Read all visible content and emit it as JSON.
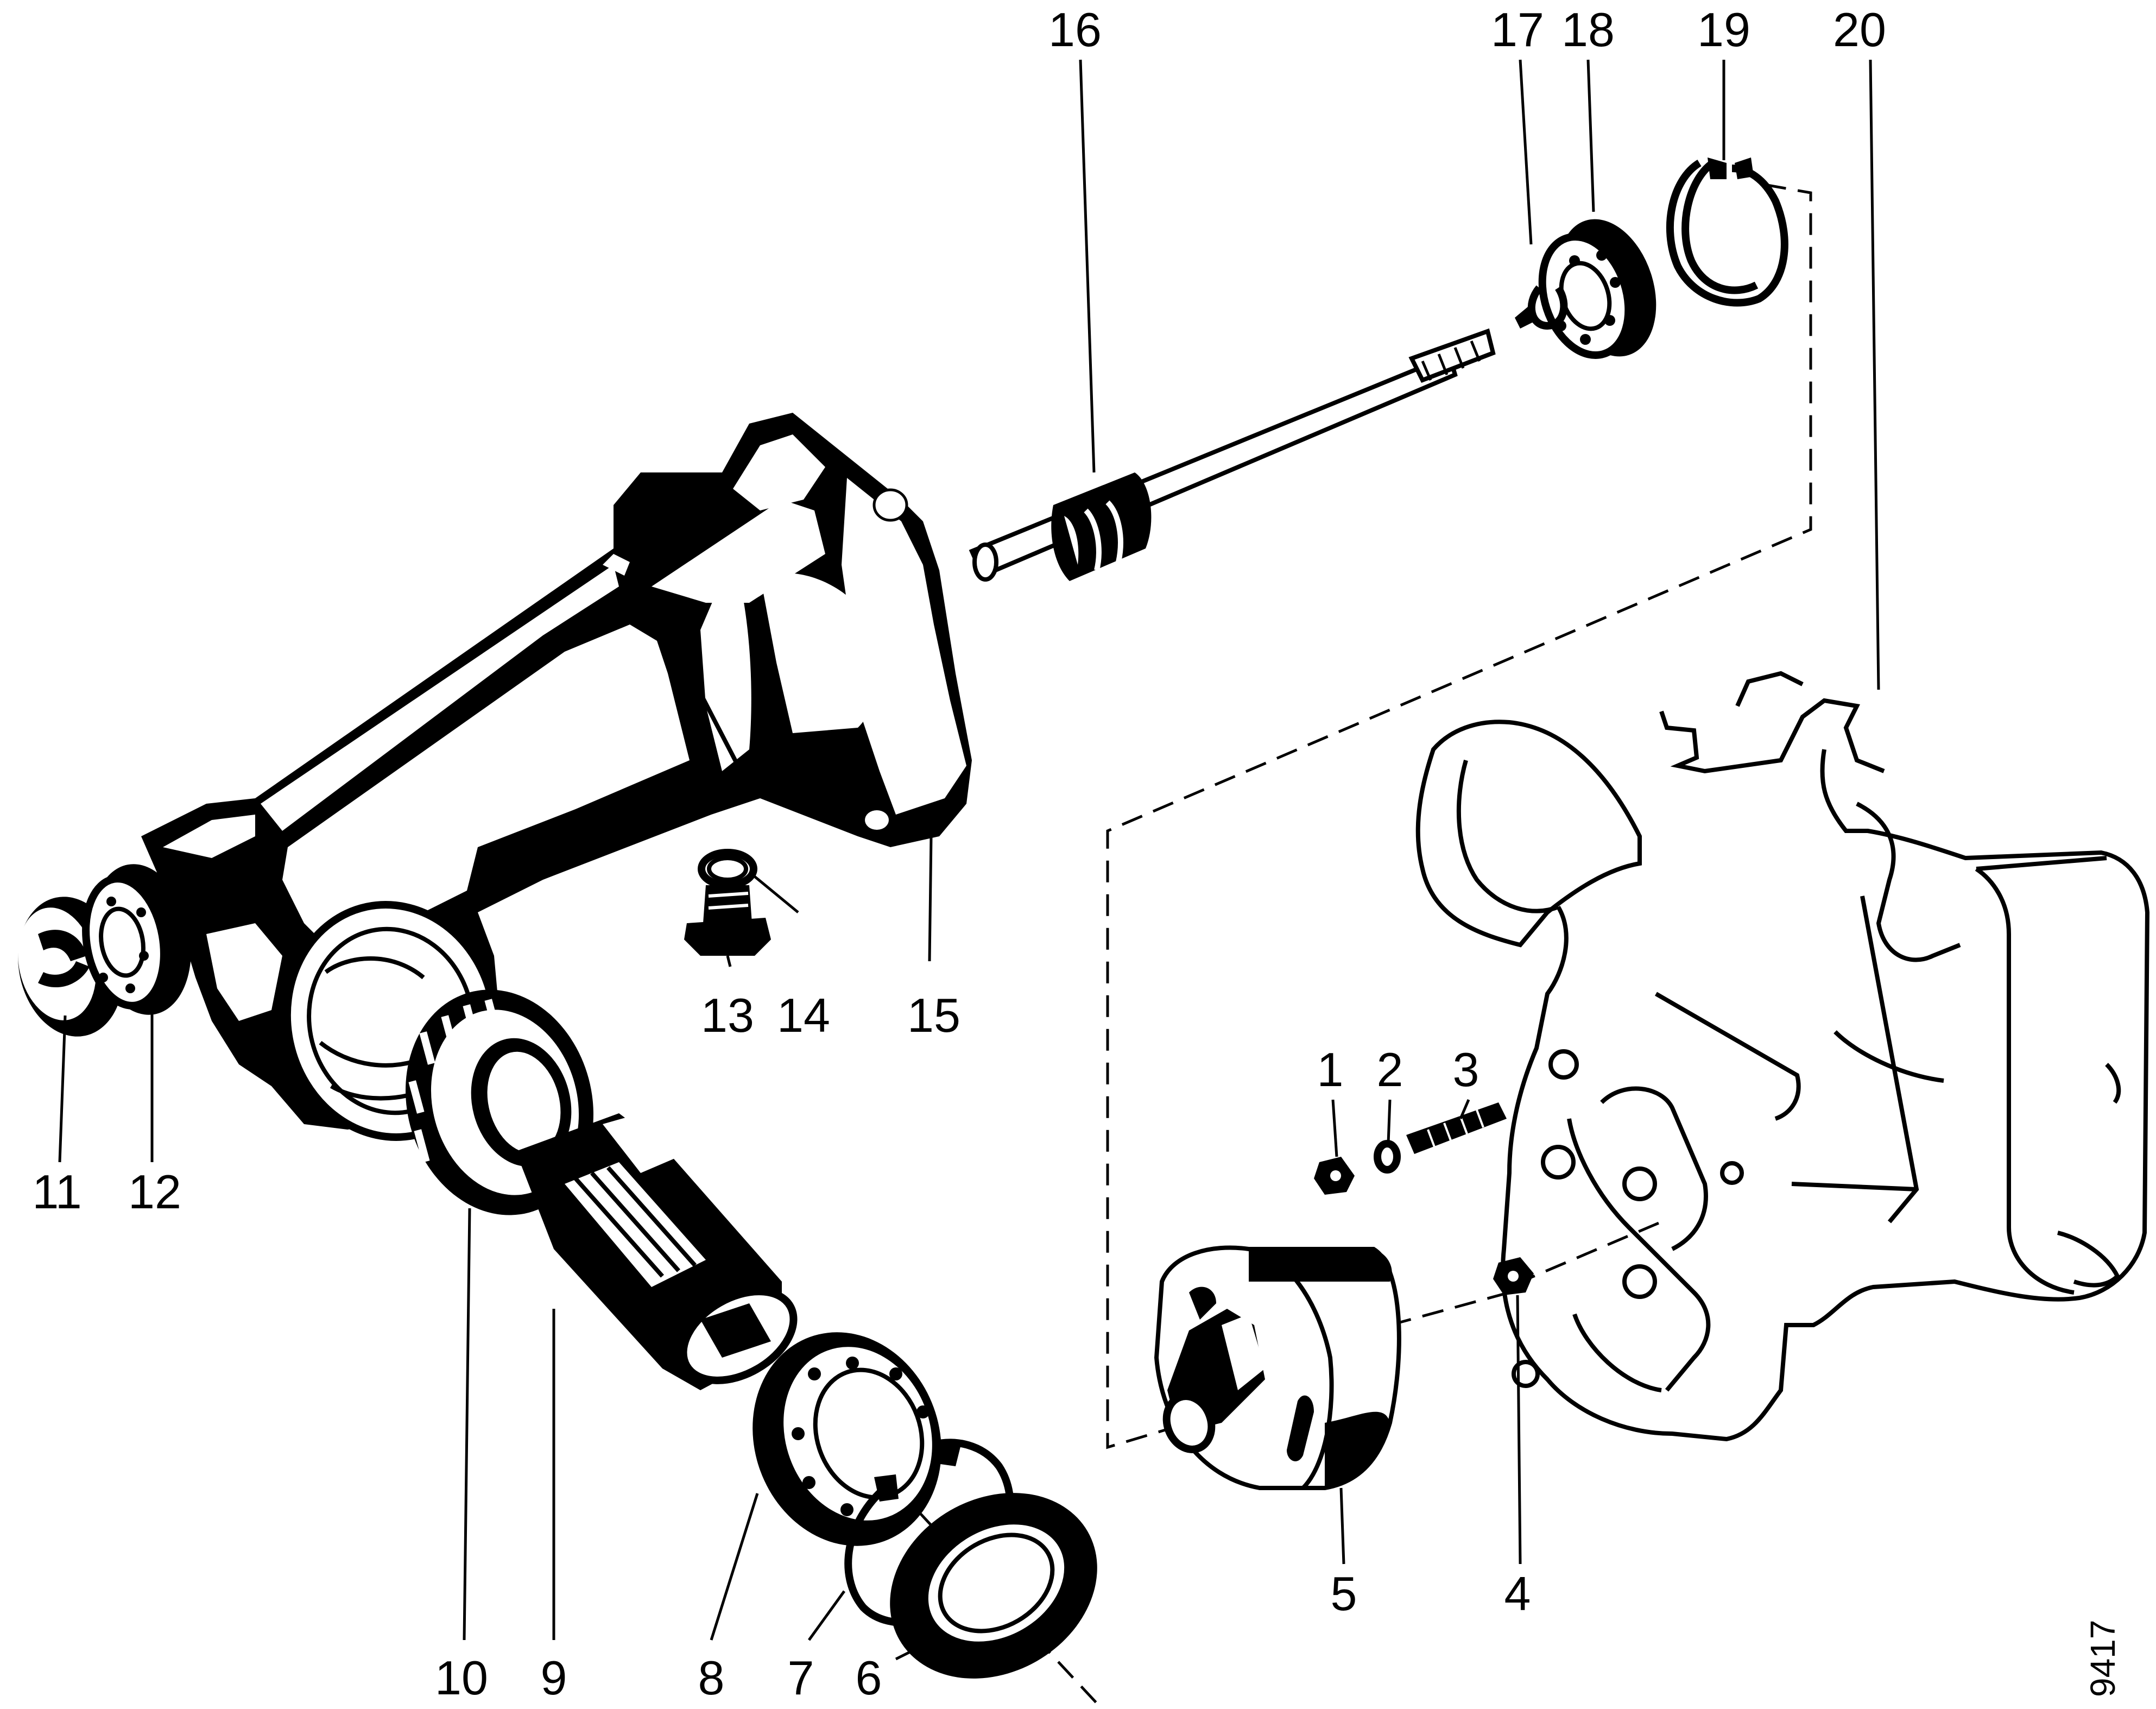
{
  "diagram": {
    "reference_number": "9417",
    "part_labels": [
      "1",
      "2",
      "3",
      "4",
      "5",
      "6",
      "7",
      "8",
      "9",
      "10",
      "11",
      "12",
      "13",
      "14",
      "15",
      "16",
      "17",
      "18",
      "19",
      "20"
    ]
  }
}
